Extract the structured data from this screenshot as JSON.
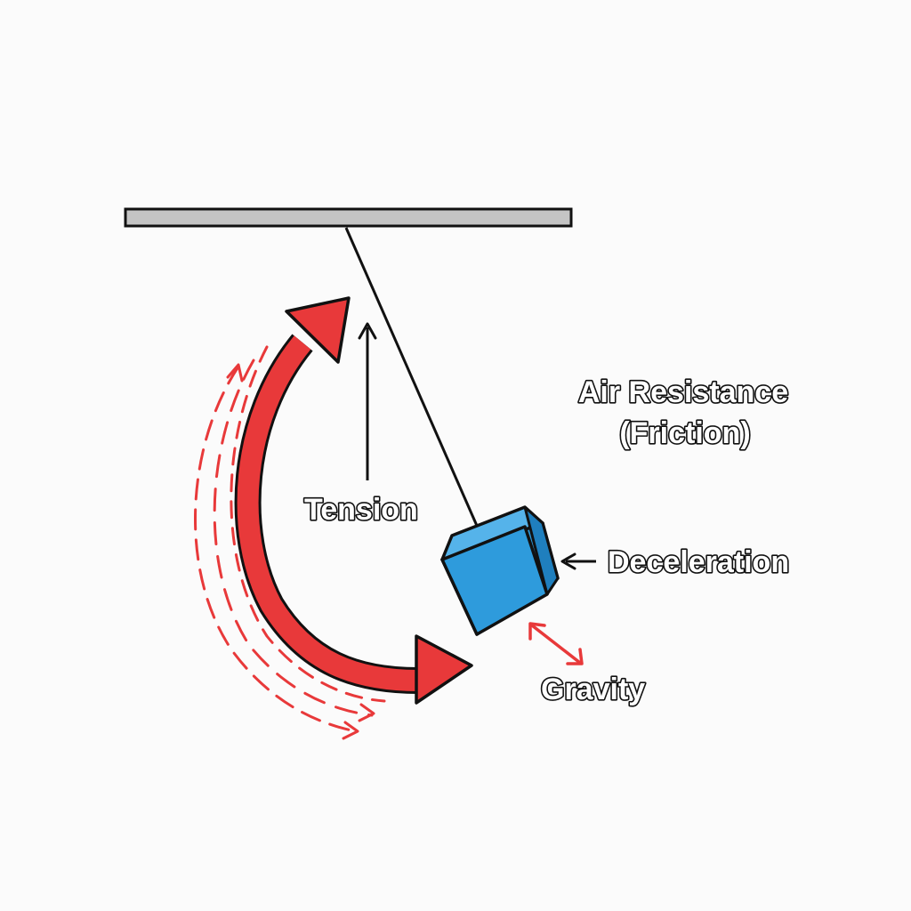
{
  "diagram": {
    "labels": {
      "tension": "Tension",
      "air_resistance_line1": "Air Resistance",
      "air_resistance_line2": "(Friction)",
      "deceleration": "Deceleration",
      "gravity": "Gravity"
    },
    "colors": {
      "background": "#fbfbfb",
      "support_bar": "#c4c4c4",
      "bob": "#2e9bdc",
      "bob_top": "#55b3ea",
      "bob_side": "#1f7fbe",
      "swing_arrow": "#e8393a",
      "outline": "#111111"
    }
  }
}
